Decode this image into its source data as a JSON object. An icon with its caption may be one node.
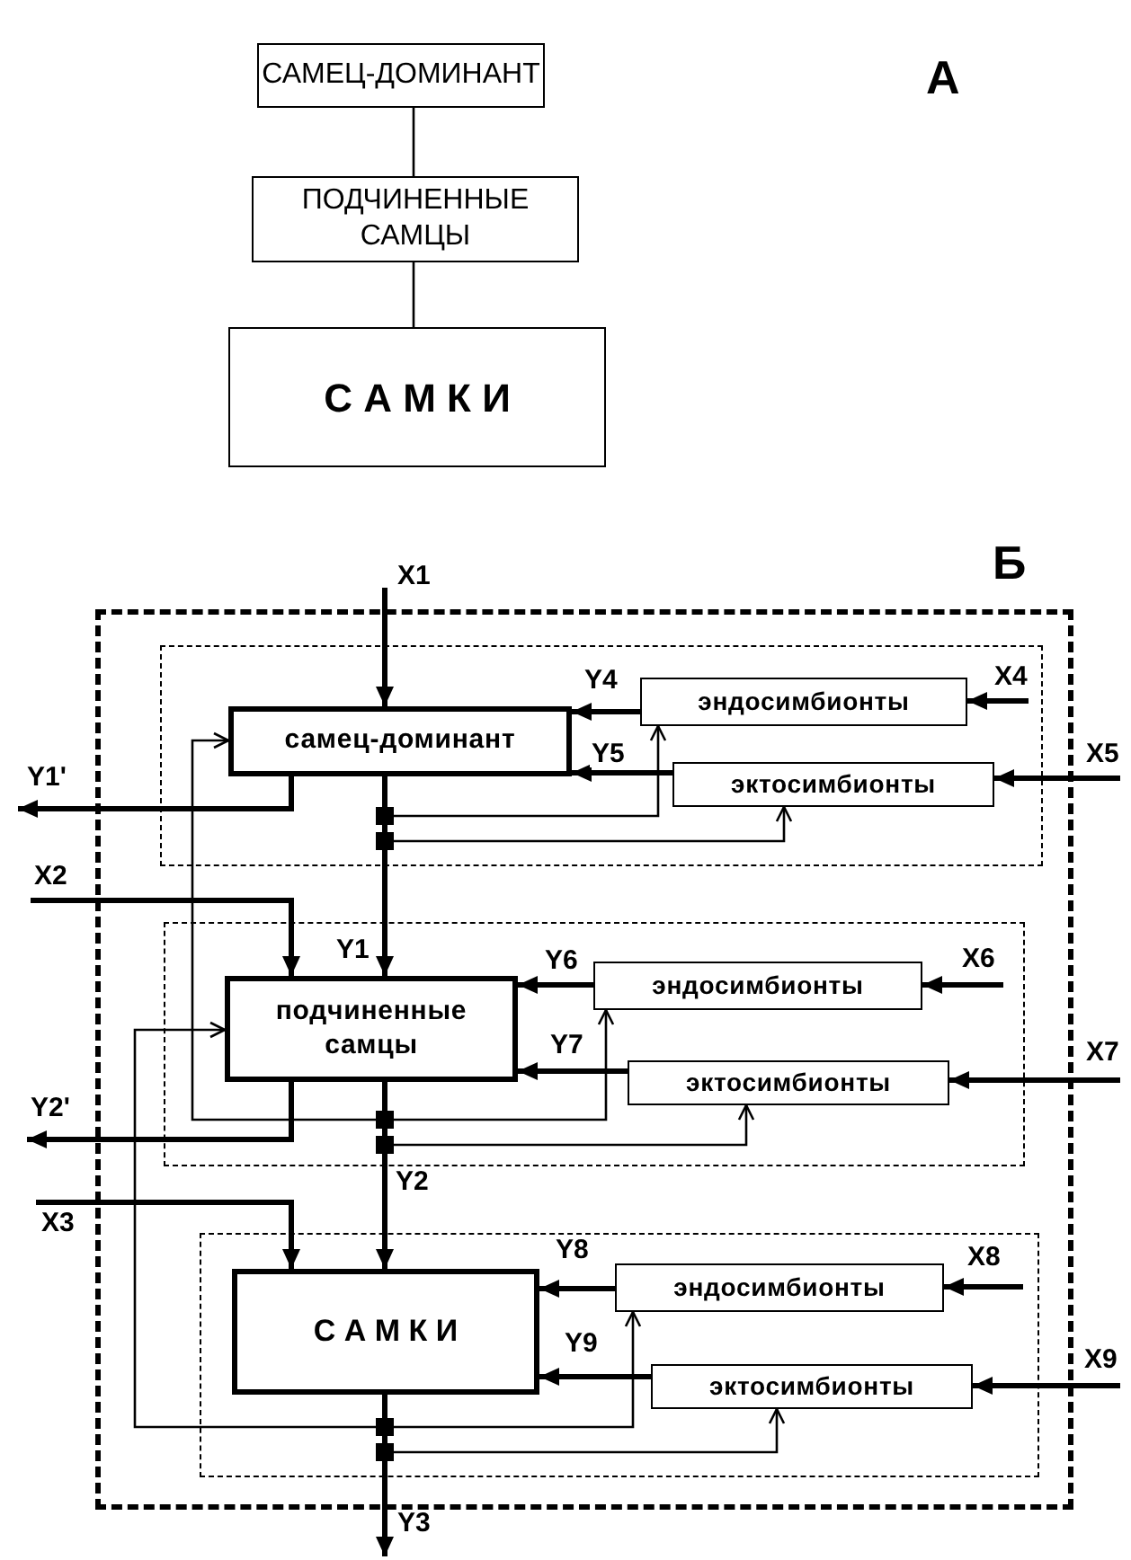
{
  "diagram": {
    "nodes": [
      {
        "text": [
          "САМЕЦ-ДОМИНАНТ"
        ]
      },
      {
        "text": [
          "ПОДЧИНЕННЫЕ САМЦЫ"
        ]
      },
      {
        "text": [
          "С А М К И"
        ]
      },
      {
        "text": [],
        "shape": "box"
      },
      {
        "text": [],
        "shape": "box",
        "in": 3
      },
      {
        "text": [
          "самец-доминант"
        ],
        "in": 4
      },
      {
        "text": [
          "эндосимбионты"
        ],
        "in": 4
      },
      {
        "text": [
          "эктосимбионты"
        ],
        "in": 4
      },
      {
        "text": [],
        "shape": "box",
        "in": 3
      },
      {
        "text": [
          "подчиненные самцы"
        ],
        "in": 8
      },
      {
        "text": [
          "эндосимбионты"
        ],
        "in": 8
      },
      {
        "text": [
          "эктосимбионты"
        ],
        "in": 8
      },
      {
        "text": [],
        "shape": "box",
        "in": 3
      },
      {
        "text": [
          "С А М К И"
        ],
        "in": 12
      },
      {
        "text": [
          "эндосимбионты"
        ],
        "in": 12
      },
      {
        "text": [
          "эктосимбионты"
        ],
        "in": 12
      }
    ],
    "edges": [
      {
        "from": 0,
        "to": 1,
        "arrow": "none"
      },
      {
        "from": 1,
        "to": 2,
        "arrow": "none"
      },
      {
        "from": null,
        "to": 5,
        "arrow": "to",
        "label": "X1"
      },
      {
        "from": 6,
        "to": 5,
        "arrow": "to",
        "label": "Y4"
      },
      {
        "from": 7,
        "to": 5,
        "arrow": "to",
        "label": "Y5"
      },
      {
        "from": null,
        "to": 6,
        "arrow": "to",
        "label": "X4"
      },
      {
        "from": null,
        "to": 7,
        "arrow": "to",
        "label": "X5"
      },
      {
        "from": 5,
        "to": null,
        "arrow": "to",
        "label": "Y1'"
      },
      {
        "from": 5,
        "to": 6,
        "arrow": "to"
      },
      {
        "from": 5,
        "to": 7,
        "arrow": "to"
      },
      {
        "from": 5,
        "to": 9,
        "arrow": "to",
        "label": "Y1"
      },
      {
        "from": null,
        "to": 9,
        "arrow": "to",
        "label": "X2"
      },
      {
        "from": 10,
        "to": 9,
        "arrow": "to",
        "label": "Y6"
      },
      {
        "from": 11,
        "to": 9,
        "arrow": "to",
        "label": "Y7"
      },
      {
        "from": null,
        "to": 10,
        "arrow": "to",
        "label": "X6"
      },
      {
        "from": null,
        "to": 11,
        "arrow": "to",
        "label": "X7"
      },
      {
        "from": 9,
        "to": null,
        "arrow": "to",
        "label": "Y2'"
      },
      {
        "from": 9,
        "to": 5,
        "arrow": "to"
      },
      {
        "from": 9,
        "to": 10,
        "arrow": "to"
      },
      {
        "from": 9,
        "to": 11,
        "arrow": "to"
      },
      {
        "from": 9,
        "to": 13,
        "arrow": "to",
        "label": "Y2"
      },
      {
        "from": null,
        "to": 13,
        "arrow": "to",
        "label": "X3"
      },
      {
        "from": 14,
        "to": 13,
        "arrow": "to",
        "label": "Y8"
      },
      {
        "from": 15,
        "to": 13,
        "arrow": "to",
        "label": "Y9"
      },
      {
        "from": null,
        "to": 14,
        "arrow": "to",
        "label": "X8"
      },
      {
        "from": null,
        "to": 15,
        "arrow": "to",
        "label": "X9"
      },
      {
        "from": 13,
        "to": null,
        "arrow": "to",
        "label": "Y3"
      },
      {
        "from": 13,
        "to": 9,
        "arrow": "to"
      },
      {
        "from": 13,
        "to": 14,
        "arrow": "to"
      },
      {
        "from": 13,
        "to": 15,
        "arrow": "to"
      }
    ],
    "labels": [
      "А",
      "Б"
    ]
  }
}
